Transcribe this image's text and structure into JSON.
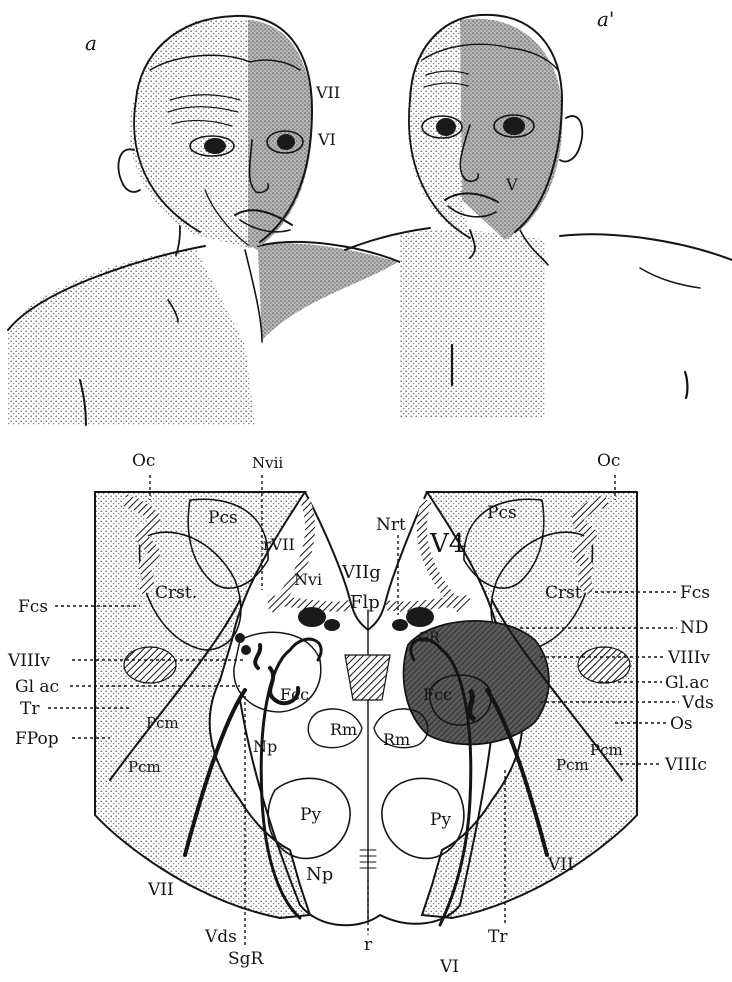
{
  "figure": {
    "panel_a": {
      "letter": "a",
      "labels": {
        "vii": "VII",
        "vi": "VI"
      }
    },
    "panel_a_prime": {
      "letter": "a'",
      "labels": {
        "v": "V"
      }
    },
    "section": {
      "top": {
        "oc_left": "Oc",
        "oc_right": "Oc",
        "nvii": "Nvii",
        "nrt": "Nrt",
        "v4": "V4",
        "rvii": "rVII",
        "nvi": "Nvi",
        "viig": "VIIg",
        "flp": "Flp",
        "pcs_left": "Pcs",
        "pcs_right": "Pcs"
      },
      "left_margin": {
        "fcs": "Fcs",
        "viiiv": "VIIIv",
        "glac": "Gl ac",
        "tr": "Tr",
        "fpop": "FPop"
      },
      "right_margin": {
        "fcs": "Fcs",
        "nd": "ND",
        "viiiv": "VIIIv",
        "glac": "Gl.ac",
        "vds": "Vds",
        "os": "Os",
        "viiic": "VIIIc"
      },
      "inner": {
        "crst_left": "Crst.",
        "crst_right": "Crst",
        "fcc_left": "Fcc",
        "fcc_right": "Fcc",
        "gr": "GR",
        "pcm_left1": "Pcm",
        "pcm_left2": "Pcm",
        "pcm_right1": "Pcm",
        "pcm_right2": "Pcm",
        "np_mid": "Np",
        "rm_left": "Rm",
        "rm_right": "Rm",
        "py_left": "Py",
        "py_right": "Py",
        "np_bottom": "Np"
      },
      "bottom": {
        "vii_left": "VII",
        "vii_right": "VII",
        "vds": "Vds",
        "sgr": "SgR",
        "r": "r",
        "tr": "Tr",
        "vi": "VI"
      }
    }
  },
  "colors": {
    "ink": "#141414",
    "stipple": "#c8c8c8",
    "lesion": "#3a3a3a",
    "paralysis_shade": "#a9a9a9",
    "paper": "#ffffff"
  }
}
